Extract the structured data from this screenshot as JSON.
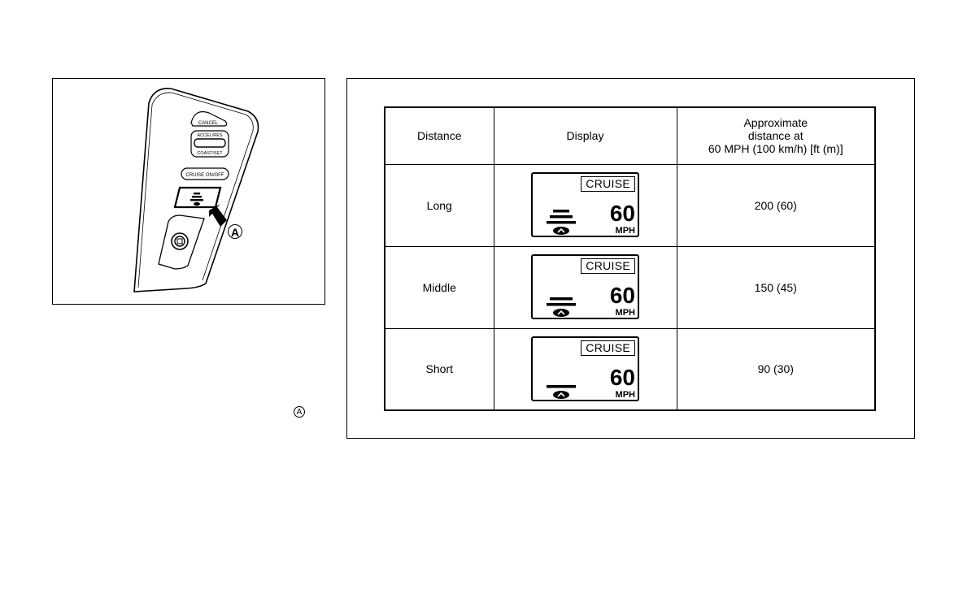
{
  "left_figure": {
    "panel_buttons": [
      "CANCEL",
      "ACCEL/RES",
      "COAST/SET",
      "CRUISE ON/OFF"
    ],
    "callout": "A",
    "icons": [
      "distance-button-icon",
      "pointer-arrow-icon",
      "cruise-button-icon"
    ]
  },
  "margin_callout": "A",
  "table": {
    "headers": {
      "distance": "Distance",
      "display": "Display",
      "approx": [
        "Approximate",
        "distance at",
        "60 MPH (100 km/h) [ft (m)]"
      ]
    },
    "rows": [
      {
        "distance": "Long",
        "lcd_label": "CRUISE",
        "speed": "60",
        "unit": "MPH",
        "bars": 3,
        "approx": "200 (60)"
      },
      {
        "distance": "Middle",
        "lcd_label": "CRUISE",
        "speed": "60",
        "unit": "MPH",
        "bars": 2,
        "approx": "150 (45)"
      },
      {
        "distance": "Short",
        "lcd_label": "CRUISE",
        "speed": "60",
        "unit": "MPH",
        "bars": 1,
        "approx": "90 (30)"
      }
    ]
  }
}
